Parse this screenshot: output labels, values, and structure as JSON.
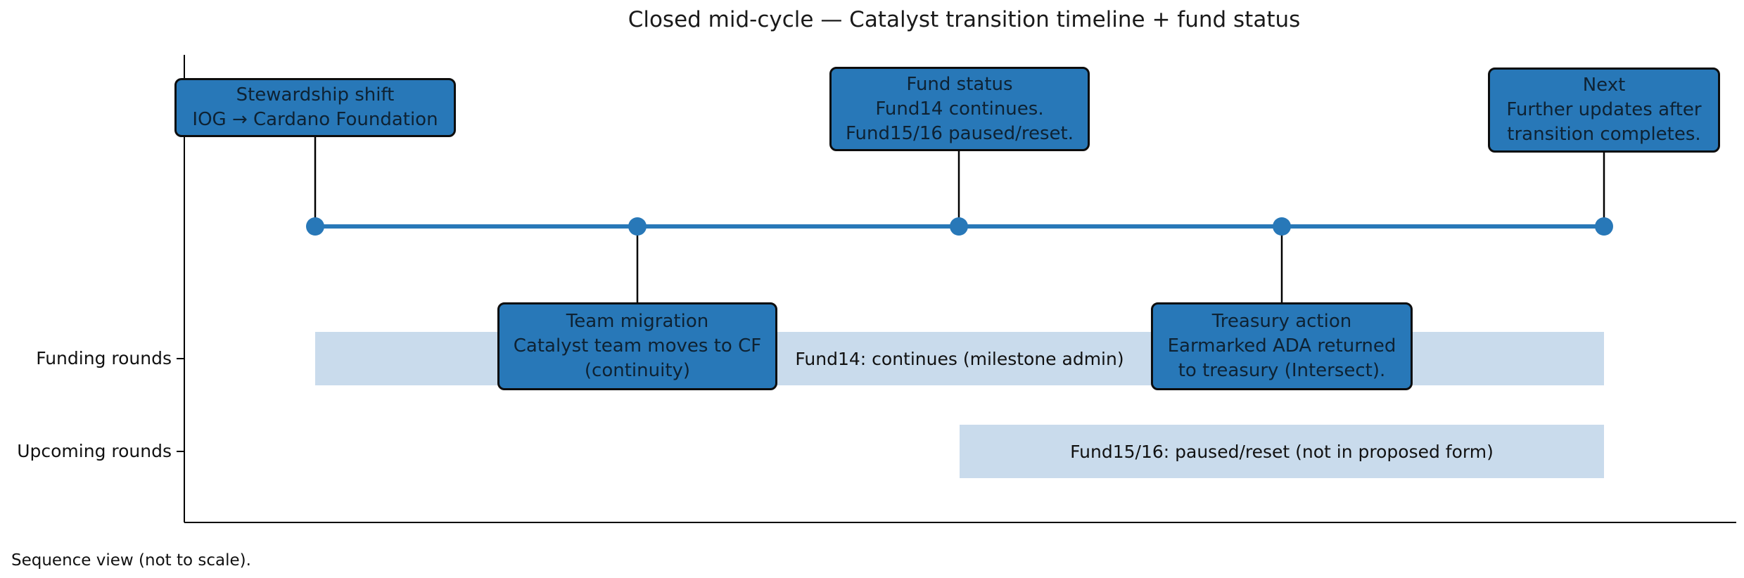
{
  "title": "Closed mid-cycle — Catalyst transition timeline + fund status",
  "caption": "Sequence view (not to scale).",
  "y_axis": {
    "rows": [
      "Funding rounds",
      "Upcoming rounds"
    ]
  },
  "events": [
    {
      "name": "stewardship-shift",
      "position": "above",
      "label": "Stewardship shift\nIOG → Cardano Foundation"
    },
    {
      "name": "team-migration",
      "position": "below",
      "label": "Team migration\nCatalyst team moves to CF\n(continuity)"
    },
    {
      "name": "fund-status",
      "position": "above",
      "label": "Fund status\nFund14 continues.\nFund15/16 paused/reset."
    },
    {
      "name": "treasury-action",
      "position": "below",
      "label": "Treasury action\nEarmarked ADA returned\nto treasury (Intersect)."
    },
    {
      "name": "next",
      "position": "above",
      "label": "Next\nFurther updates after\ntransition completes."
    }
  ],
  "spans": [
    {
      "row": "Funding rounds",
      "label": "Fund14: continues (milestone admin)"
    },
    {
      "row": "Upcoming rounds",
      "label": "Fund15/16: paused/reset (not in proposed form)"
    }
  ],
  "colors": {
    "event_box_fill": "#2878b8",
    "event_box_border": "#0d0d0d",
    "event_box_text": "#0e2233",
    "timeline_line": "#2878b8",
    "event_marker": "#2878b8",
    "span_bar_fill": "#c9dbec",
    "axis_line": "#000000",
    "text": "#111111"
  }
}
